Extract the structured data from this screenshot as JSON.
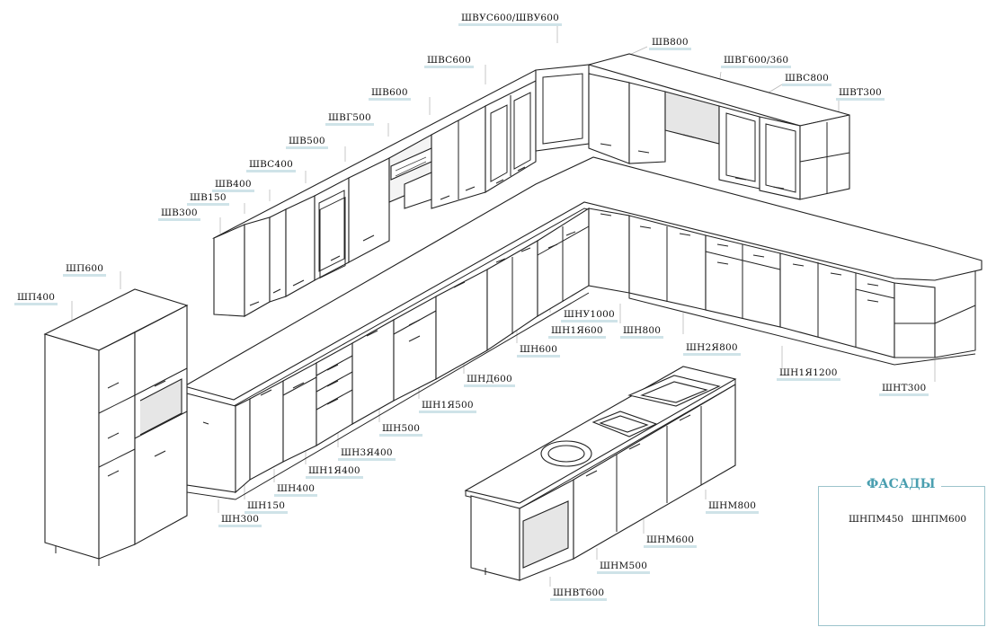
{
  "labels": [
    {
      "id": "shvus600",
      "text": "ШВУС600/ШВУ600"
    },
    {
      "id": "shv800",
      "text": "ШВ800"
    },
    {
      "id": "shvs600",
      "text": "ШВС600"
    },
    {
      "id": "shvg600",
      "text": "ШВГ600/360"
    },
    {
      "id": "shvs800",
      "text": "ШВС800"
    },
    {
      "id": "shv600",
      "text": "ШВ600"
    },
    {
      "id": "shvt300",
      "text": "ШВТ300"
    },
    {
      "id": "shvg500",
      "text": "ШВГ500"
    },
    {
      "id": "shv500",
      "text": "ШВ500"
    },
    {
      "id": "shvs400",
      "text": "ШВС400"
    },
    {
      "id": "shv400",
      "text": "ШВ400"
    },
    {
      "id": "shv150",
      "text": "ШВ150"
    },
    {
      "id": "shv300",
      "text": "ШВ300"
    },
    {
      "id": "shp600",
      "text": "ШП600"
    },
    {
      "id": "shp400",
      "text": "ШП400"
    },
    {
      "id": "shnu1000",
      "text": "ШНУ1000"
    },
    {
      "id": "shn1ya600",
      "text": "ШН1Я600"
    },
    {
      "id": "shn800",
      "text": "ШН800"
    },
    {
      "id": "shn2ya800",
      "text": "ШН2Я800"
    },
    {
      "id": "shn600",
      "text": "ШН600"
    },
    {
      "id": "shnd600",
      "text": "ШНД600"
    },
    {
      "id": "shn1ya1200",
      "text": "ШН1Я1200"
    },
    {
      "id": "shnt300",
      "text": "ШНТ300"
    },
    {
      "id": "shn1ya500",
      "text": "ШН1Я500"
    },
    {
      "id": "shn500",
      "text": "ШН500"
    },
    {
      "id": "shn3ya400",
      "text": "ШН3Я400"
    },
    {
      "id": "shn1ya400",
      "text": "ШН1Я400"
    },
    {
      "id": "shn400",
      "text": "ШН400"
    },
    {
      "id": "shn150",
      "text": "ШН150"
    },
    {
      "id": "shn300",
      "text": "ШН300"
    },
    {
      "id": "shnm800",
      "text": "ШНМ800"
    },
    {
      "id": "shnm600",
      "text": "ШНМ600"
    },
    {
      "id": "shnm500",
      "text": "ШНМ500"
    },
    {
      "id": "shnvt600",
      "text": "ШНВТ600"
    }
  ],
  "legend": {
    "title": "ФАСАДЫ",
    "items": [
      {
        "id": "shpm450",
        "text": "ШНПМ450"
      },
      {
        "id": "shpm600",
        "text": "ШНПМ600"
      }
    ]
  }
}
